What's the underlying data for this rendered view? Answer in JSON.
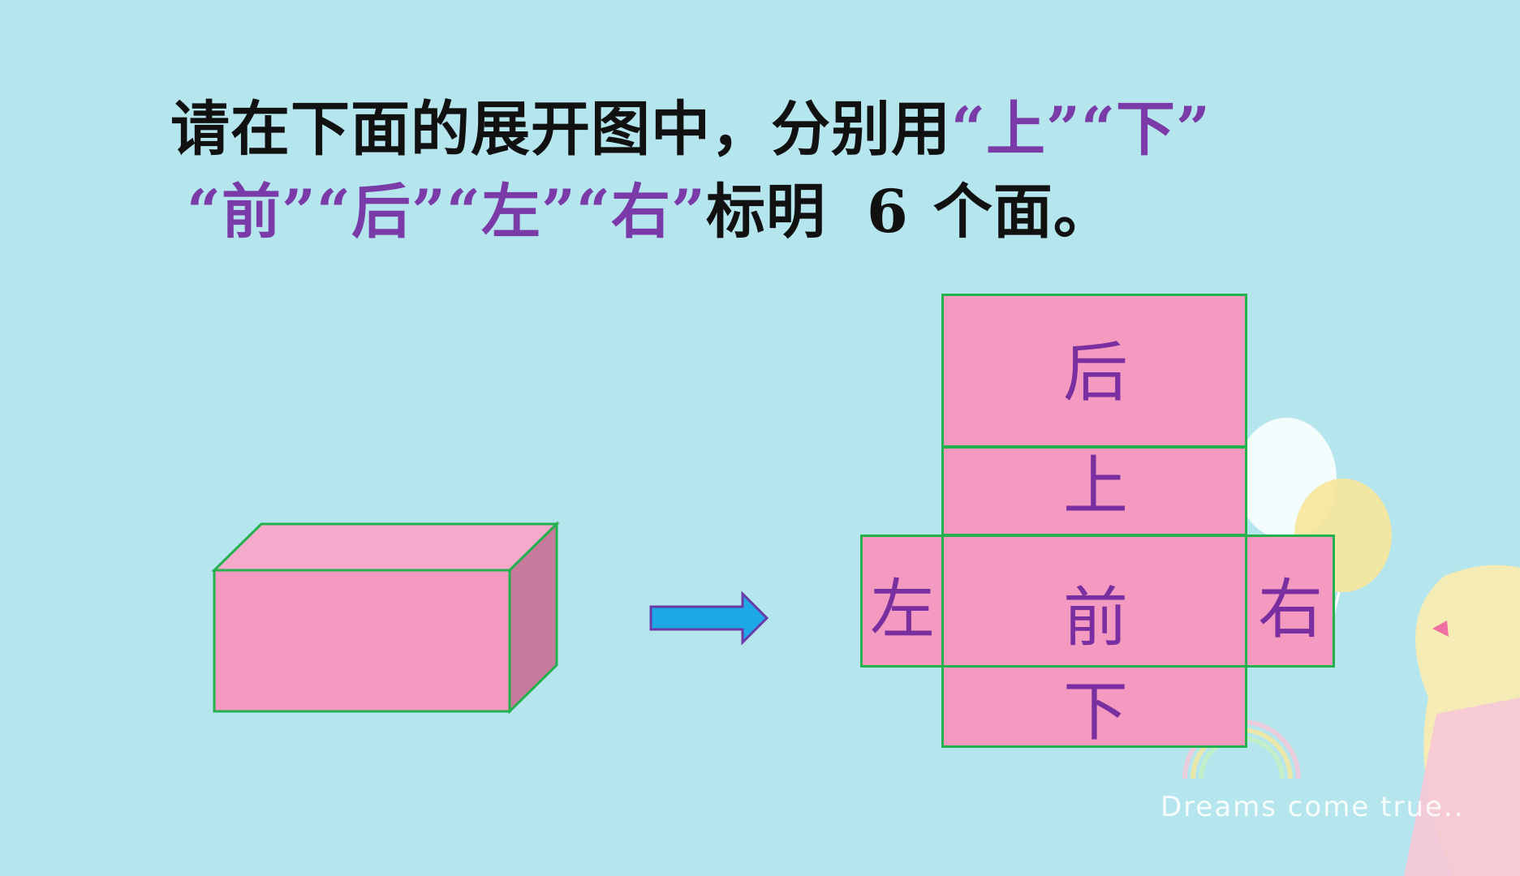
{
  "instruction": {
    "line1": {
      "prefix": "请在下面的展开图中，分别用",
      "q1": "“上”",
      "q2": "“下”"
    },
    "line2": {
      "q1": "“前”",
      "q2": "“后”",
      "q3": "“左”",
      "q4": "“右”",
      "suffix_a": "标明",
      "number": "6",
      "suffix_b": "个面。"
    }
  },
  "net_faces": {
    "back": "后",
    "top": "上",
    "left": "左",
    "front": "前",
    "right": "右",
    "bottom": "下"
  },
  "decoration": {
    "tagline": "Dreams come true.."
  },
  "colors": {
    "background": "#b5e6ee",
    "face_fill": "#f49ac1",
    "face_border": "#22b14c",
    "label_purple": "#7a2fa0",
    "arrow_fill": "#1ea7e6",
    "arrow_border": "#6a3aa8"
  }
}
